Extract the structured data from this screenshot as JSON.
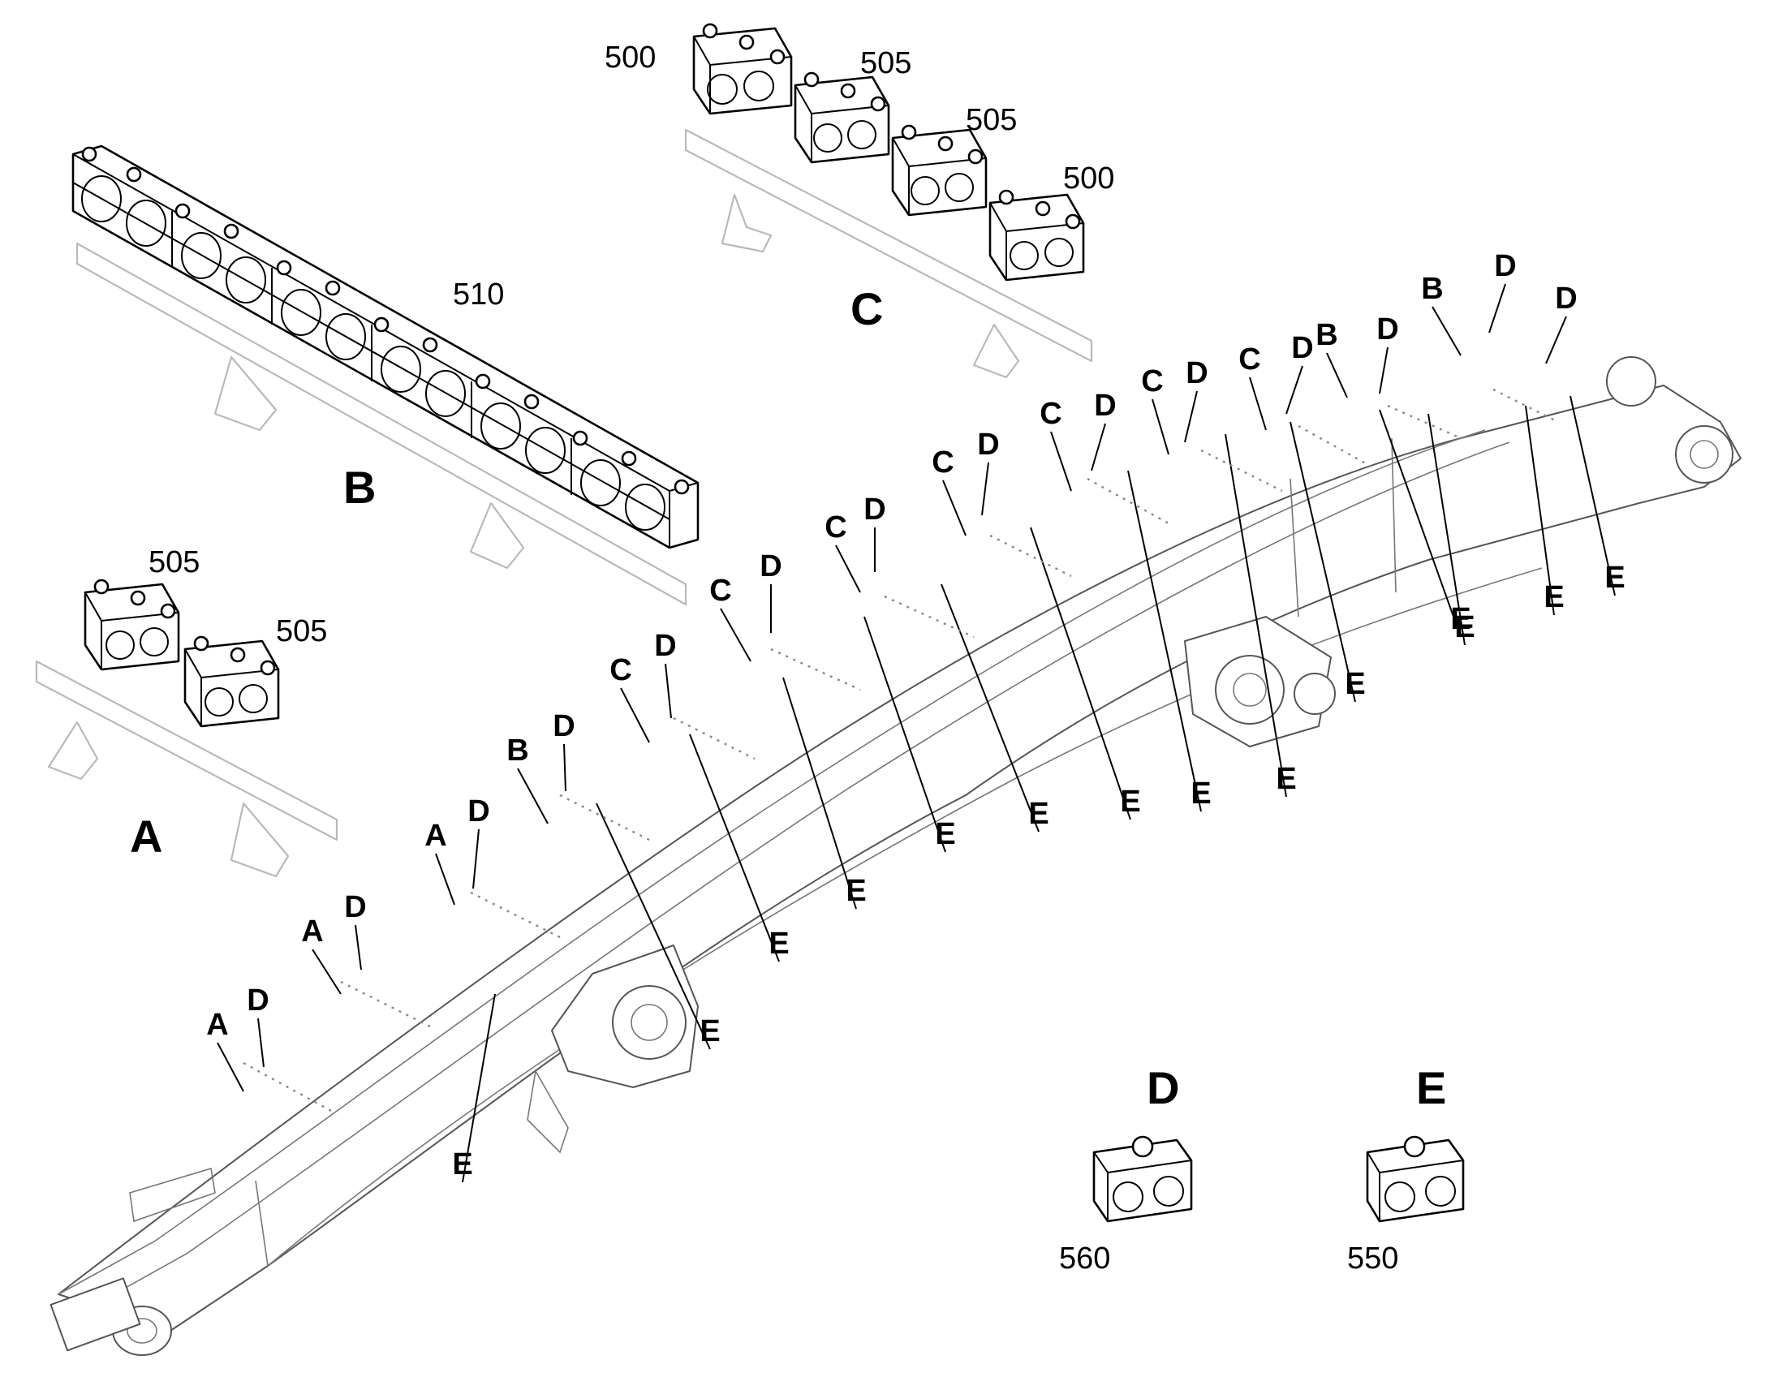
{
  "part_numbers": {
    "p500_c_left": "500",
    "p505_c_mid": "505",
    "p505_c_right": "505",
    "p500_c_end": "500",
    "p510_b": "510",
    "p505_a_left": "505",
    "p505_a_right": "505",
    "p560_d": "560",
    "p550_e": "550"
  },
  "group_labels": {
    "a": "A",
    "b": "B",
    "c": "C",
    "d": "D",
    "e": "E"
  },
  "boom_callouts": [
    {
      "text": "A"
    },
    {
      "text": "D"
    },
    {
      "text": "A"
    },
    {
      "text": "D"
    },
    {
      "text": "A"
    },
    {
      "text": "D"
    },
    {
      "text": "B"
    },
    {
      "text": "D"
    },
    {
      "text": "C"
    },
    {
      "text": "D"
    },
    {
      "text": "C"
    },
    {
      "text": "D"
    },
    {
      "text": "C"
    },
    {
      "text": "D"
    },
    {
      "text": "C"
    },
    {
      "text": "D"
    },
    {
      "text": "C"
    },
    {
      "text": "D"
    },
    {
      "text": "C"
    },
    {
      "text": "D"
    },
    {
      "text": "C"
    },
    {
      "text": "D"
    },
    {
      "text": "B"
    },
    {
      "text": "D"
    },
    {
      "text": "B"
    },
    {
      "text": "D"
    },
    {
      "text": "D"
    },
    {
      "text": "E"
    },
    {
      "text": "E"
    },
    {
      "text": "E"
    },
    {
      "text": "E"
    },
    {
      "text": "E"
    },
    {
      "text": "E"
    },
    {
      "text": "E"
    },
    {
      "text": "E"
    },
    {
      "text": "E"
    },
    {
      "text": "E"
    },
    {
      "text": "E"
    },
    {
      "text": "E"
    },
    {
      "text": "E"
    },
    {
      "text": "E"
    }
  ]
}
